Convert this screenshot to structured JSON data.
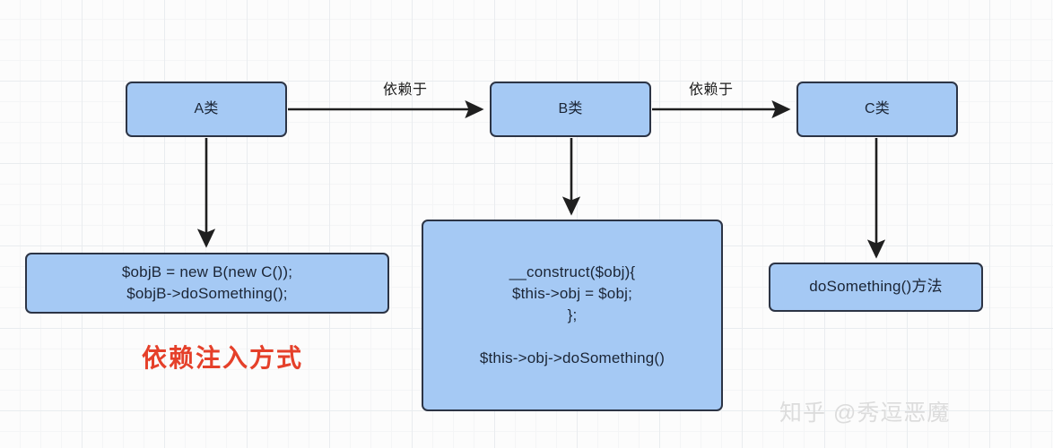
{
  "diagram": {
    "title": "依赖注入方式 class dependency diagram",
    "colors": {
      "node_fill": "#a5c9f4",
      "node_border": "#2c3445",
      "arrow": "#1f1f1f",
      "note_red": "#e5402a",
      "grid_line": "#e9ecef",
      "background": "#fcfcfc",
      "watermark": "#dcdcdc"
    },
    "nodes": {
      "class_a": "A类",
      "class_b": "B类",
      "class_c": "C类",
      "left_code": "$objB = new B(new C());\n$objB->doSomething();",
      "middle_code": "__construct($obj){\n$this->obj = $obj;\n};\n\n$this->obj->doSomething()",
      "right_method": "doSomething()方法"
    },
    "edge_labels": {
      "a_to_b": "依赖于",
      "b_to_c": "依赖于"
    },
    "annotation": "依赖注入方式",
    "watermark": "知乎 @秀逗恶魔"
  }
}
